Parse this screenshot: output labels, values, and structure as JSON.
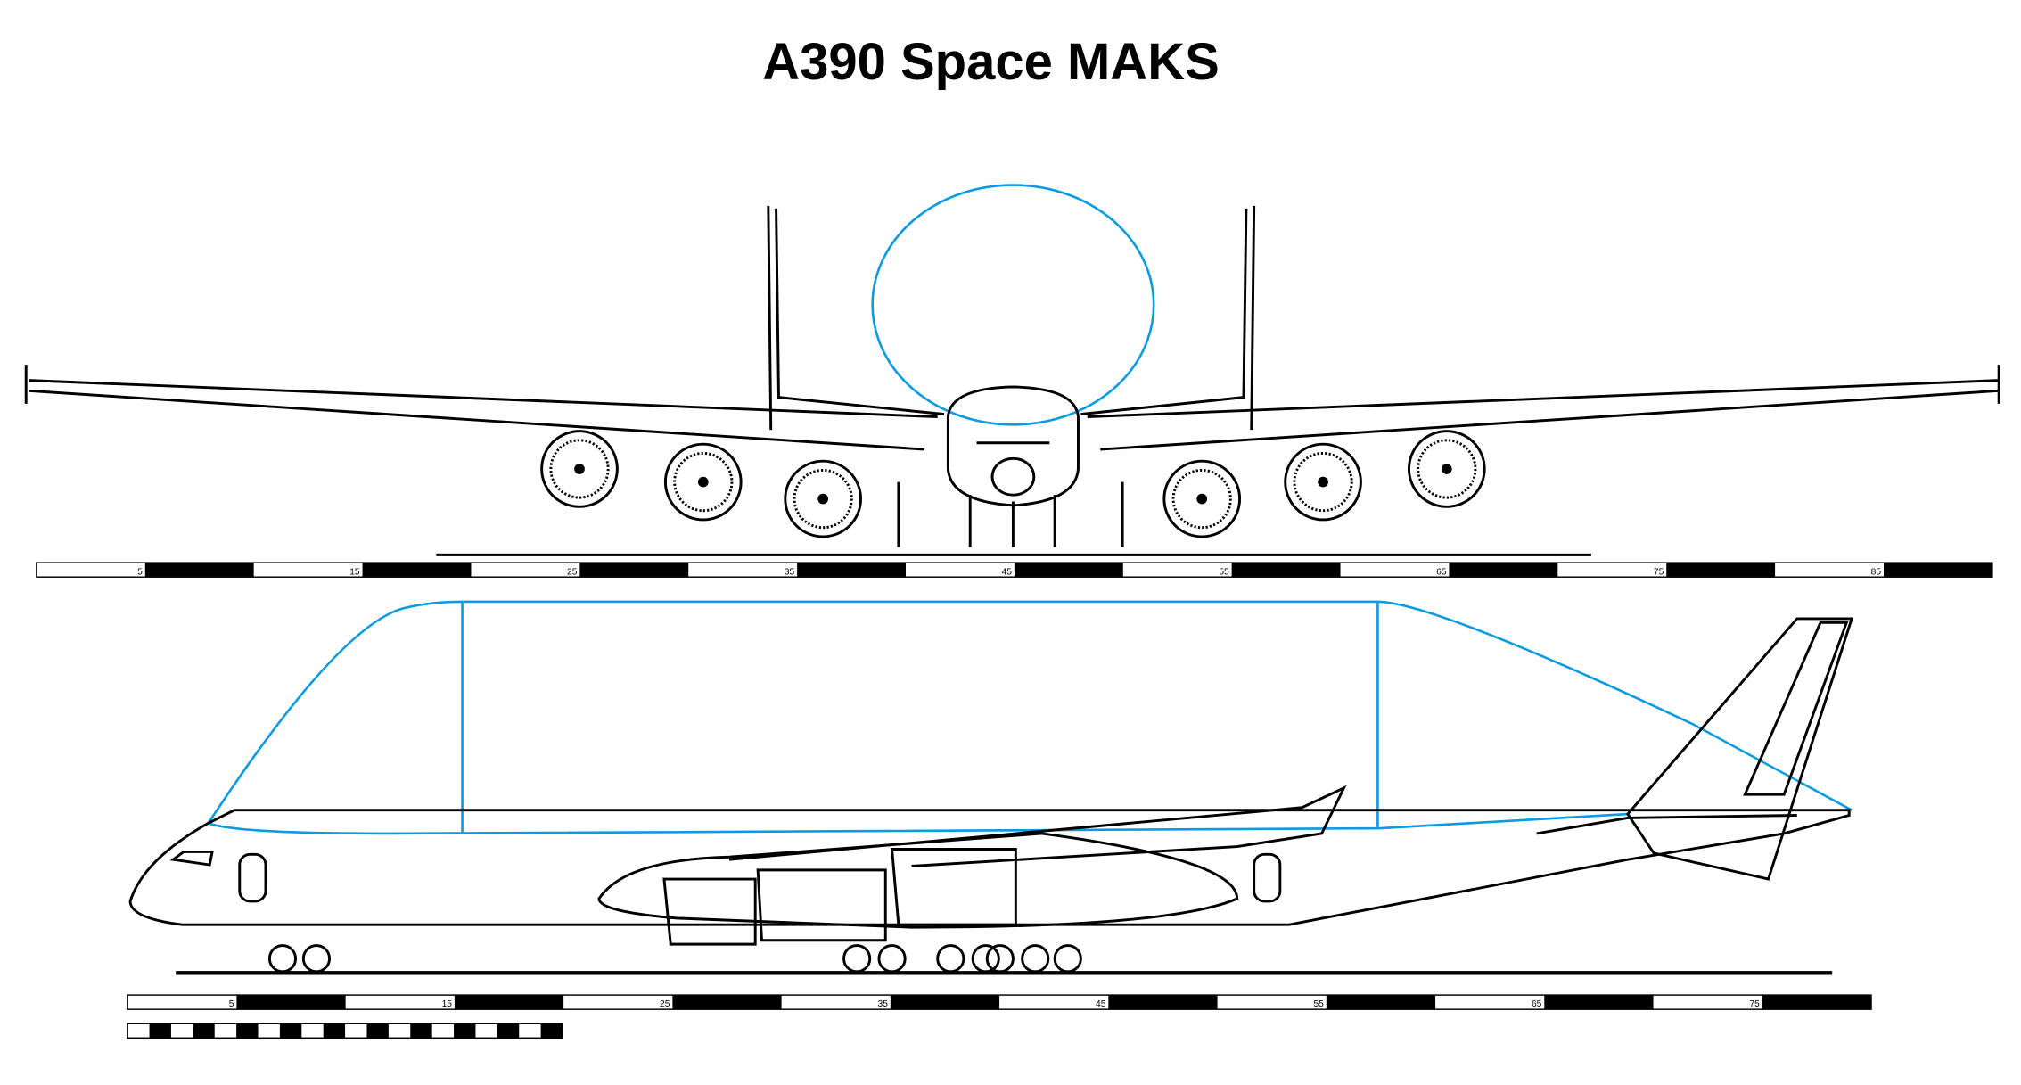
{
  "title": "A390 Space MAKS",
  "colors": {
    "outline": "#000000",
    "cargo_outline": "#0a9be0"
  },
  "scale_front": {
    "segments": 18,
    "labels": [
      "5",
      "15",
      "25",
      "35",
      "45",
      "55",
      "65",
      "75",
      "85"
    ]
  },
  "scale_side": {
    "segments": 16,
    "labels": [
      "5",
      "15",
      "25",
      "35",
      "45",
      "55",
      "65",
      "75"
    ]
  },
  "scale_small": {
    "segments": 20
  }
}
